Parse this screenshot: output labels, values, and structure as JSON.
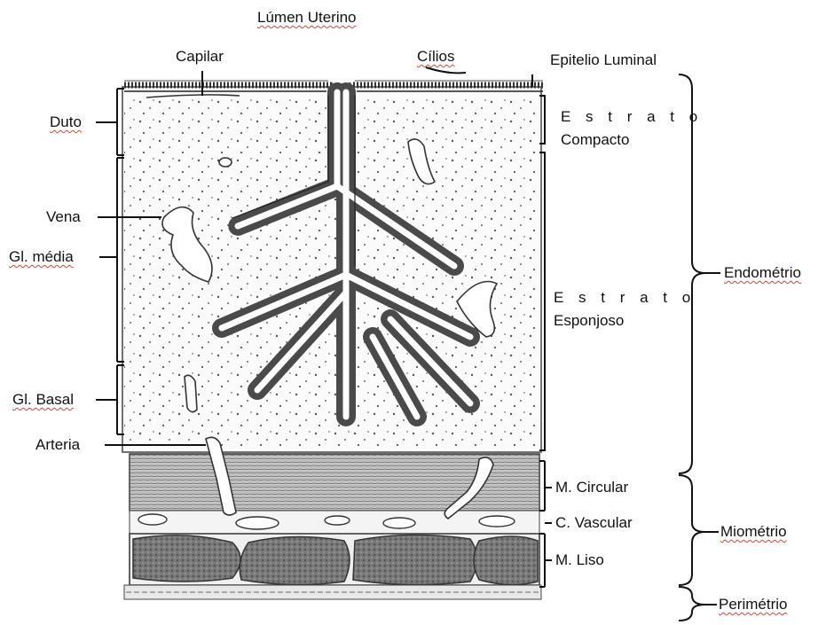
{
  "title": "Lúmen Uterino",
  "labels": {
    "capilar": "Capilar",
    "cilios": "Cílios",
    "epitelio_luminal": "Epitelio Luminal",
    "duto": "Duto",
    "vena": "Vena",
    "gl_media": "Gl. média",
    "gl_basal": "Gl. Basal",
    "arteria": "Arteria",
    "estrato_1": "E s t r a t o",
    "compacto": "Compacto",
    "estrato_2": "E s t r a t o",
    "esponjoso": "Esponjoso",
    "m_circular": "M. Circular",
    "c_vascular": "C. Vascular",
    "m_liso": "M. Liso",
    "endometrio": "Endométrio",
    "miometrio": "Miométrio",
    "perimetrio": "Perimétrio"
  }
}
